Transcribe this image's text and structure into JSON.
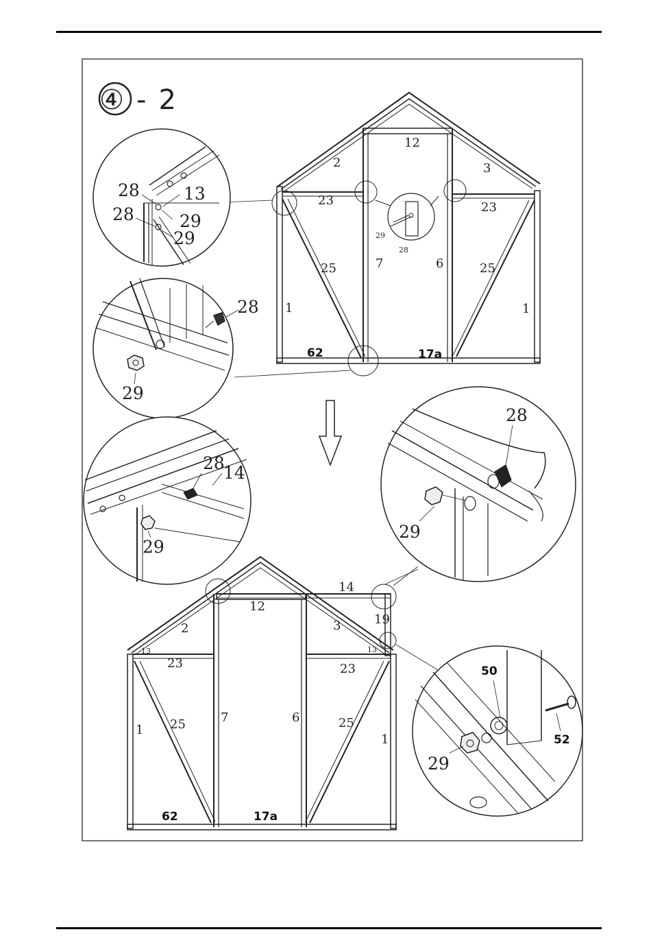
{
  "step_title": "④-2",
  "top_view": {
    "labels": {
      "ridge": "12",
      "left_roof": "2",
      "right_roof": "3",
      "left_tie": "23",
      "right_tie": "23",
      "left_brace": "25",
      "right_brace": "25",
      "left_door_post": "7",
      "right_door_post": "6",
      "left_side": "1",
      "right_side": "1",
      "left_base": "62",
      "right_base": "17a"
    },
    "inset_small": {
      "bolt": "29",
      "nut": "28"
    }
  },
  "inset_corner": {
    "bolt_a": "28",
    "bolt_b": "28",
    "nut_a": "29",
    "nut_b": "29",
    "bar": "13"
  },
  "inset_base": {
    "bolt": "28",
    "nut": "29"
  },
  "inset_mid_left": {
    "bolt": "28",
    "bar": "14",
    "nut": "29"
  },
  "inset_mid_right": {
    "bolt": "28",
    "nut": "29"
  },
  "bottom_view": {
    "labels": {
      "ridge": "12",
      "eave_bar": "14",
      "corner_post": "19",
      "left_roof": "2",
      "right_roof": "3",
      "left_corner": "13",
      "right_corner": "13",
      "left_tie": "23",
      "right_tie": "23",
      "left_side": "1",
      "right_side": "1",
      "left_brace": "25",
      "right_brace": "25",
      "left_door_post": "7",
      "right_door_post": "6",
      "left_base": "62",
      "right_base": "17a"
    }
  },
  "inset_bottom_right": {
    "washer": "50",
    "bolt": "52",
    "nut": "29"
  }
}
